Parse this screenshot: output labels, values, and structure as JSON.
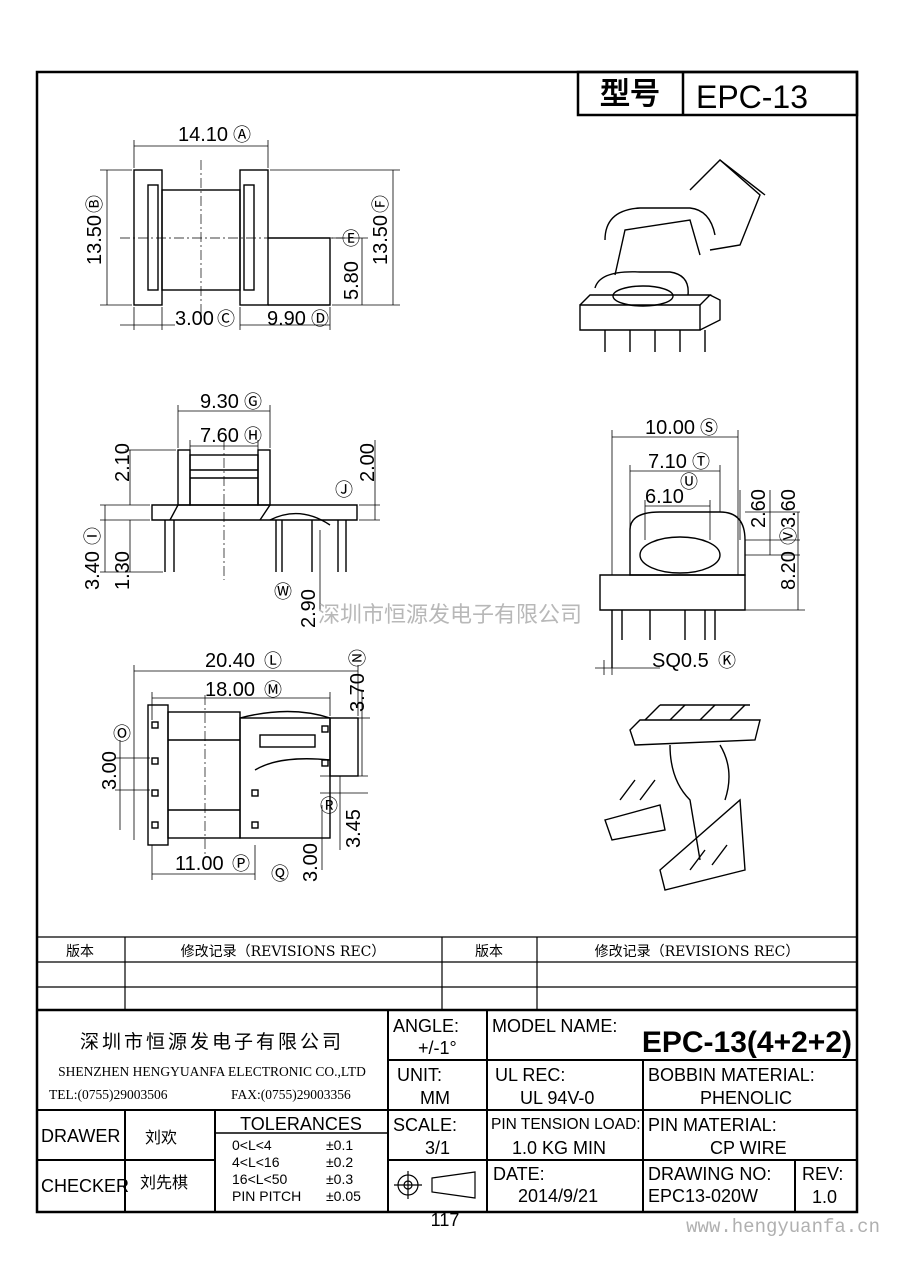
{
  "header": {
    "type_label": "型号",
    "type_value": "EPC-13"
  },
  "drawing": {
    "top_view": {
      "d_14_10": "14.10",
      "ref_a": "Ⓐ",
      "d_13_50_left": "13.50",
      "ref_b": "Ⓑ",
      "d_13_50_right": "13.50",
      "ref_f": "Ⓕ",
      "ref_e": "Ⓔ",
      "d_5_80": "5.80",
      "d_3_00": "3.00",
      "ref_c": "Ⓒ",
      "d_9_90": "9.90",
      "ref_d": "Ⓓ"
    },
    "side_view": {
      "d_9_30": "9.30",
      "ref_g": "Ⓖ",
      "d_7_60": "7.60",
      "ref_h": "Ⓗ",
      "d_2_10": "2.10",
      "d_2_00": "2.00",
      "ref_j": "Ⓙ",
      "d_3_40": "3.40",
      "ref_i": "Ⓘ",
      "d_1_30": "1.30",
      "ref_w": "Ⓦ",
      "d_2_90": "2.90"
    },
    "bottom_view": {
      "d_20_40": "20.40",
      "ref_l": "Ⓛ",
      "d_18_00": "18.00",
      "ref_m": "Ⓜ",
      "d_3_70": "3.70",
      "ref_n": "Ⓝ",
      "ref_o": "Ⓞ",
      "d_3_00_left": "3.00",
      "ref_r": "Ⓡ",
      "d_3_45": "3.45",
      "d_11_00": "11.00",
      "ref_p": "Ⓟ",
      "ref_q": "Ⓠ",
      "d_3_00_bottom": "3.00"
    },
    "end_view": {
      "d_10_00": "10.00",
      "ref_s": "Ⓢ",
      "d_7_10": "7.10",
      "ref_t": "Ⓣ",
      "ref_u": "Ⓤ",
      "d_6_10": "6.10",
      "d_2_60": "2.60",
      "d_3_60": "3.60",
      "d_8_20": "8.20",
      "ref_v": "Ⓥ",
      "sq": "SQ0.5",
      "ref_k": "Ⓚ"
    },
    "watermark": "深圳市恒源发电子有限公司"
  },
  "revisions": {
    "col_version": "版本",
    "col_record": "修改记录（REVISIONS REC）"
  },
  "title_block": {
    "company_cn": "深圳市恒源发电子有限公司",
    "company_en": "SHENZHEN HENGYUANFA ELECTRONIC CO.,LTD",
    "tel": "TEL:(0755)29003506",
    "fax": "FAX:(0755)29003356",
    "angle_label": "ANGLE:",
    "angle_value": "+/-1°",
    "unit_label": "UNIT:",
    "unit_value": "MM",
    "scale_label": "SCALE:",
    "scale_value": "3/1",
    "model_name_label": "MODEL NAME:",
    "model_name_value": "EPC-13(4+2+2)",
    "ul_rec_label": "UL REC:",
    "ul_rec_value": "UL 94V-0",
    "bobbin_material_label": "BOBBIN MATERIAL:",
    "bobbin_material_value": "PHENOLIC",
    "pin_tension_label": "PIN TENSION LOAD:",
    "pin_tension_value": "1.0 KG MIN",
    "pin_material_label": "PIN MATERIAL:",
    "pin_material_value": "CP WIRE",
    "date_label": "DATE:",
    "date_value": "2014/9/21",
    "drawing_no_label": "DRAWING NO:",
    "drawing_no_value": "EPC13-020W",
    "rev_label": "REV:",
    "rev_value": "1.0",
    "drawer_label": "DRAWER",
    "drawer_value": "刘欢",
    "checker_label": "CHECKER",
    "checker_value": "刘先棋",
    "tolerances_title": "TOLERANCES",
    "tolerances": [
      {
        "range": "0<L<4",
        "tol": "±0.1"
      },
      {
        "range": "4<L<16",
        "tol": "±0.2"
      },
      {
        "range": "16<L<50",
        "tol": "±0.3"
      },
      {
        "range": "PIN PITCH",
        "tol": "±0.05"
      }
    ]
  },
  "footer": {
    "page_number": "117",
    "website": "www.hengyuanfa.cn"
  }
}
